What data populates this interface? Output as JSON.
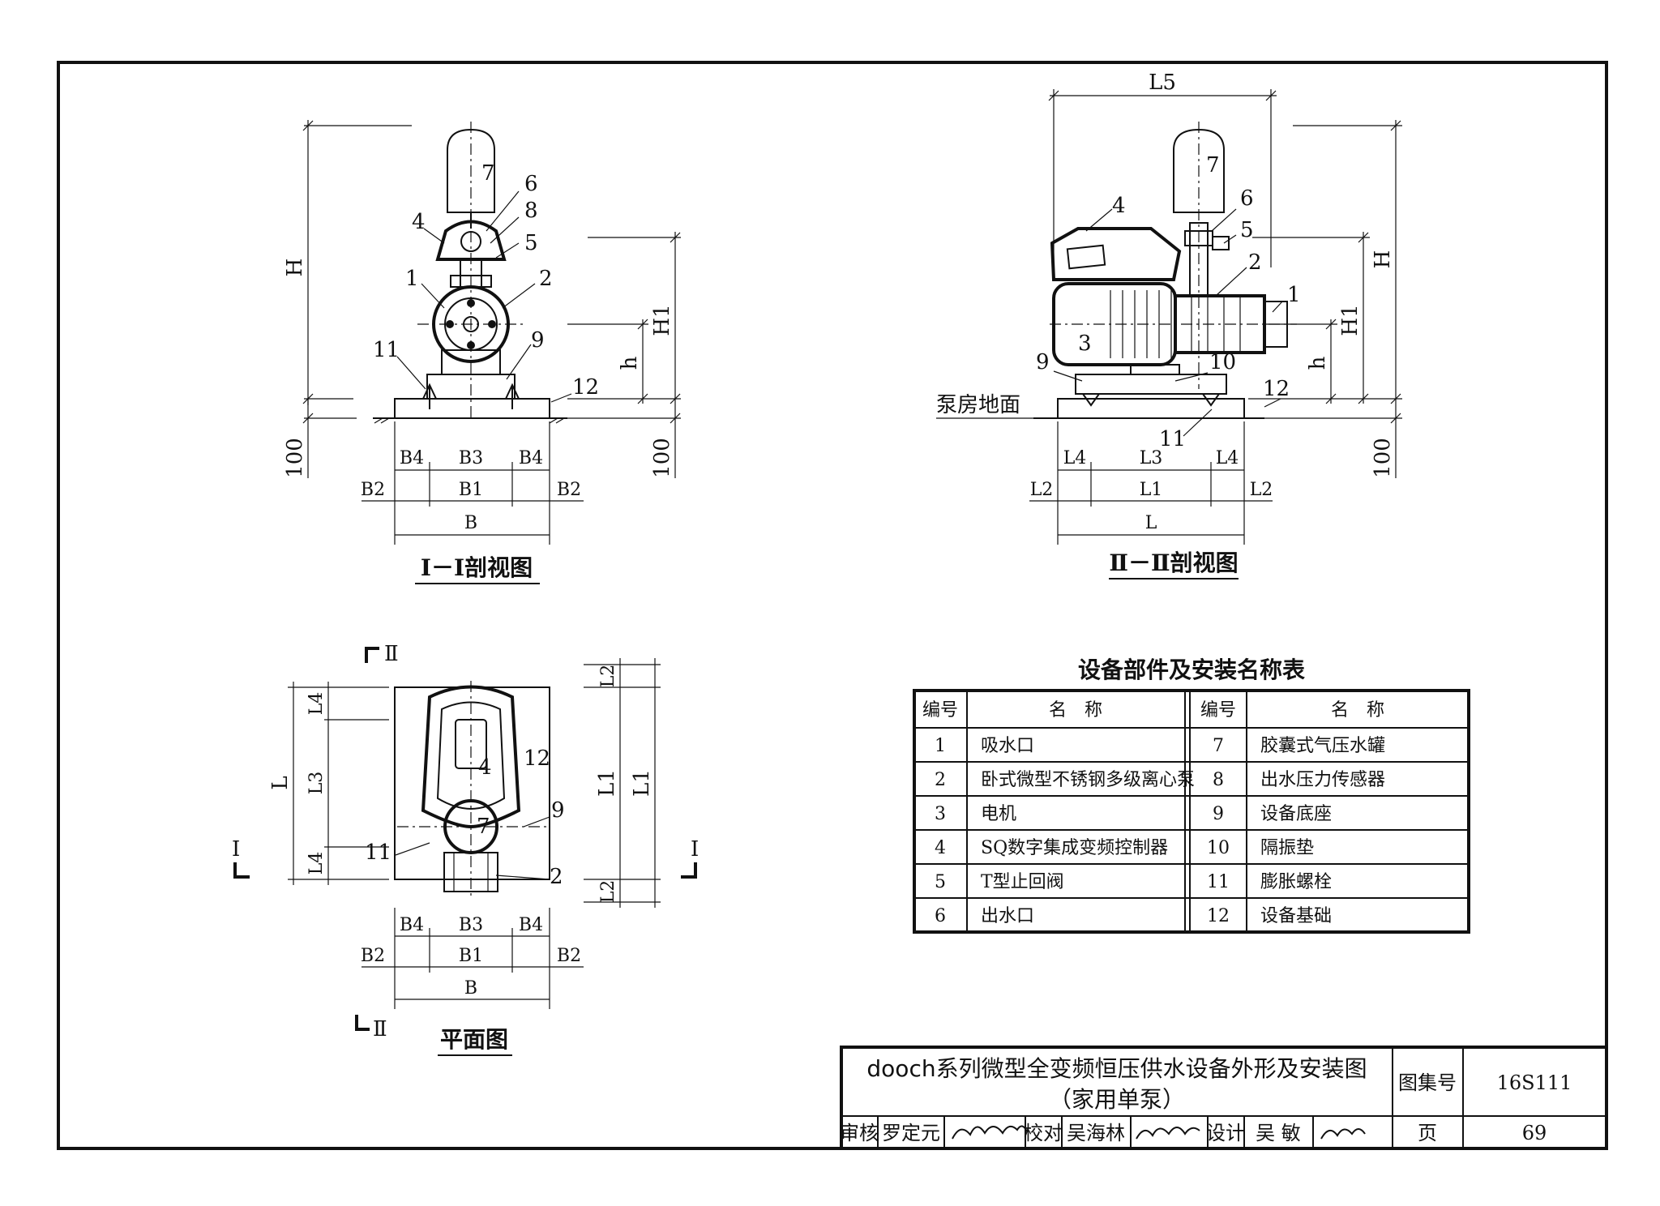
{
  "views": {
    "section1": {
      "title": "Ⅰ－Ⅰ剖视图",
      "heights": {
        "H": "H",
        "H1": "H1",
        "h": "h",
        "base": "100",
        "base_right": "100"
      },
      "widths": {
        "B4a": "B4",
        "B3": "B3",
        "B4b": "B4",
        "B2a": "B2",
        "B1": "B1",
        "B2b": "B2",
        "B": "B"
      },
      "callouts": [
        "1",
        "2",
        "4",
        "5",
        "6",
        "7",
        "8",
        "9",
        "11",
        "12"
      ]
    },
    "section2": {
      "title": "Ⅱ－Ⅱ剖视图",
      "ground_label": "泵房地面",
      "heights": {
        "H": "H",
        "H1": "H1",
        "h": "h",
        "base": "100"
      },
      "lengths": {
        "L5": "L5",
        "L4a": "L4",
        "L3": "L3",
        "L4b": "L4",
        "L2a": "L2",
        "L1": "L1",
        "L2b": "L2",
        "L": "L"
      },
      "callouts": [
        "1",
        "2",
        "3",
        "4",
        "5",
        "6",
        "7",
        "9",
        "10",
        "11",
        "12"
      ]
    },
    "plan": {
      "title": "平面图",
      "section_marks": {
        "top": "Ⅱ",
        "bottom": "Ⅱ",
        "left": "Ⅰ",
        "right": "Ⅰ"
      },
      "left_dims": {
        "L": "L",
        "L3": "L3",
        "L4a": "L4",
        "L4b": "L4"
      },
      "right_dims": {
        "L2a": "L2",
        "L1a": "L1",
        "L1b": "L1",
        "L2b": "L2"
      },
      "widths": {
        "B4a": "B4",
        "B3": "B3",
        "B4b": "B4",
        "B2a": "B2",
        "B1": "B1",
        "B2b": "B2",
        "B": "B"
      },
      "callouts": [
        "2",
        "4",
        "7",
        "9",
        "11",
        "12"
      ]
    }
  },
  "parts_table": {
    "title": "设备部件及安装名称表",
    "headers": {
      "no": "编号",
      "name": "名　称"
    },
    "left": [
      {
        "no": "1",
        "name": "吸水口"
      },
      {
        "no": "2",
        "name": "卧式微型不锈钢多级离心泵"
      },
      {
        "no": "3",
        "name": "电机"
      },
      {
        "no": "4",
        "name": "SQ数字集成变频控制器"
      },
      {
        "no": "5",
        "name": "T型止回阀"
      },
      {
        "no": "6",
        "name": "出水口"
      }
    ],
    "right": [
      {
        "no": "7",
        "name": "胶囊式气压水罐"
      },
      {
        "no": "8",
        "name": "出水压力传感器"
      },
      {
        "no": "9",
        "name": "设备底座"
      },
      {
        "no": "10",
        "name": "隔振垫"
      },
      {
        "no": "11",
        "name": "膨胀螺栓"
      },
      {
        "no": "12",
        "name": "设备基础"
      }
    ]
  },
  "title_block": {
    "title_line1": "dooch系列微型全变频恒压供水设备外形及安装图",
    "title_line2": "（家用单泵）",
    "atlas_label": "图集号",
    "atlas_no": "16S111",
    "page_label": "页",
    "page_no": "69",
    "review_label": "审核",
    "reviewer": "罗定元",
    "check_label": "校对",
    "checker": "吴海林",
    "design_label": "设计",
    "designer": "吴 敏"
  }
}
